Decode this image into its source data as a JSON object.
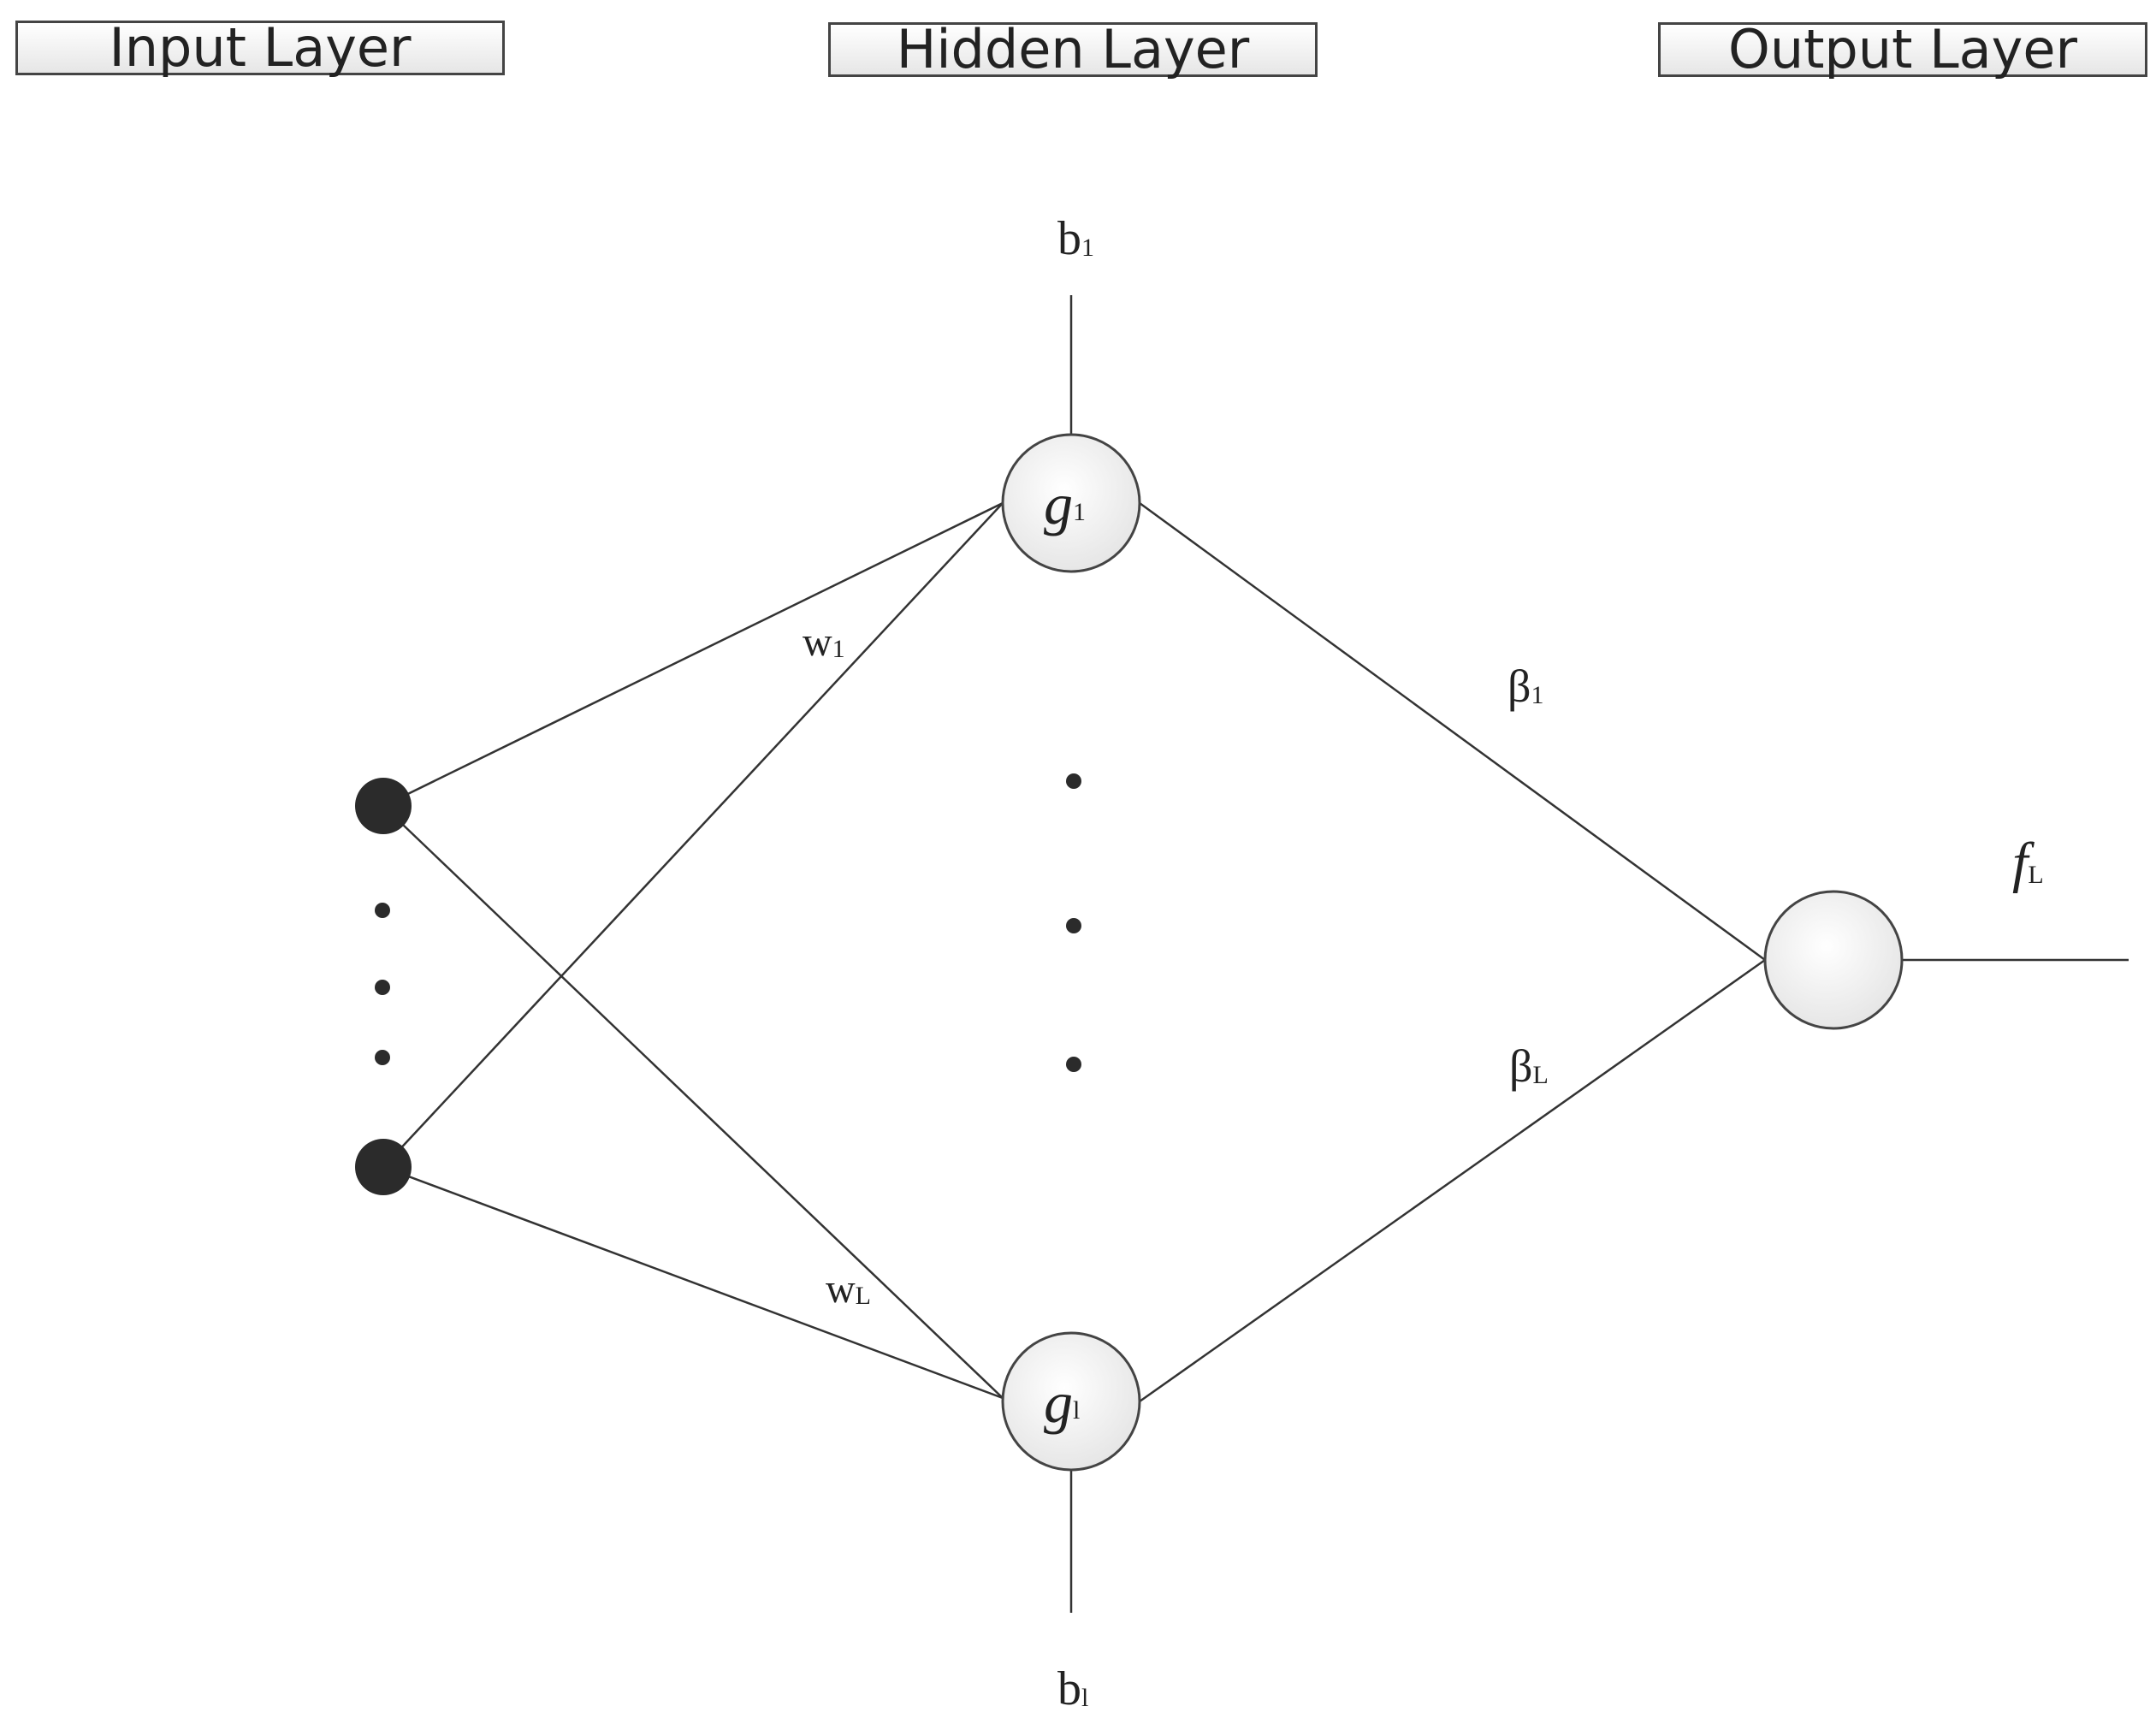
{
  "layers": {
    "input": "Input Layer",
    "hidden": "Hidden Layer",
    "output": "Output Layer"
  },
  "bias": {
    "top": {
      "base": "b",
      "sub": "1"
    },
    "bottom": {
      "base": "b",
      "sub": "l"
    }
  },
  "hidden_nodes": {
    "top": {
      "base": "g",
      "sub": "1"
    },
    "bottom": {
      "base": "g",
      "sub": "l"
    }
  },
  "input_weights": {
    "top": {
      "base": "w",
      "sub": "1"
    },
    "bottom": {
      "base": "w",
      "sub": "L"
    }
  },
  "output_weights": {
    "top": {
      "base": "β",
      "sub": "1"
    },
    "bottom": {
      "base": "β",
      "sub": "L"
    }
  },
  "output": {
    "base": "f",
    "sub": "L"
  },
  "colors": {
    "line": "#333333",
    "node_fill": "#f2f2f2",
    "input_node": "#2b2b2b"
  }
}
